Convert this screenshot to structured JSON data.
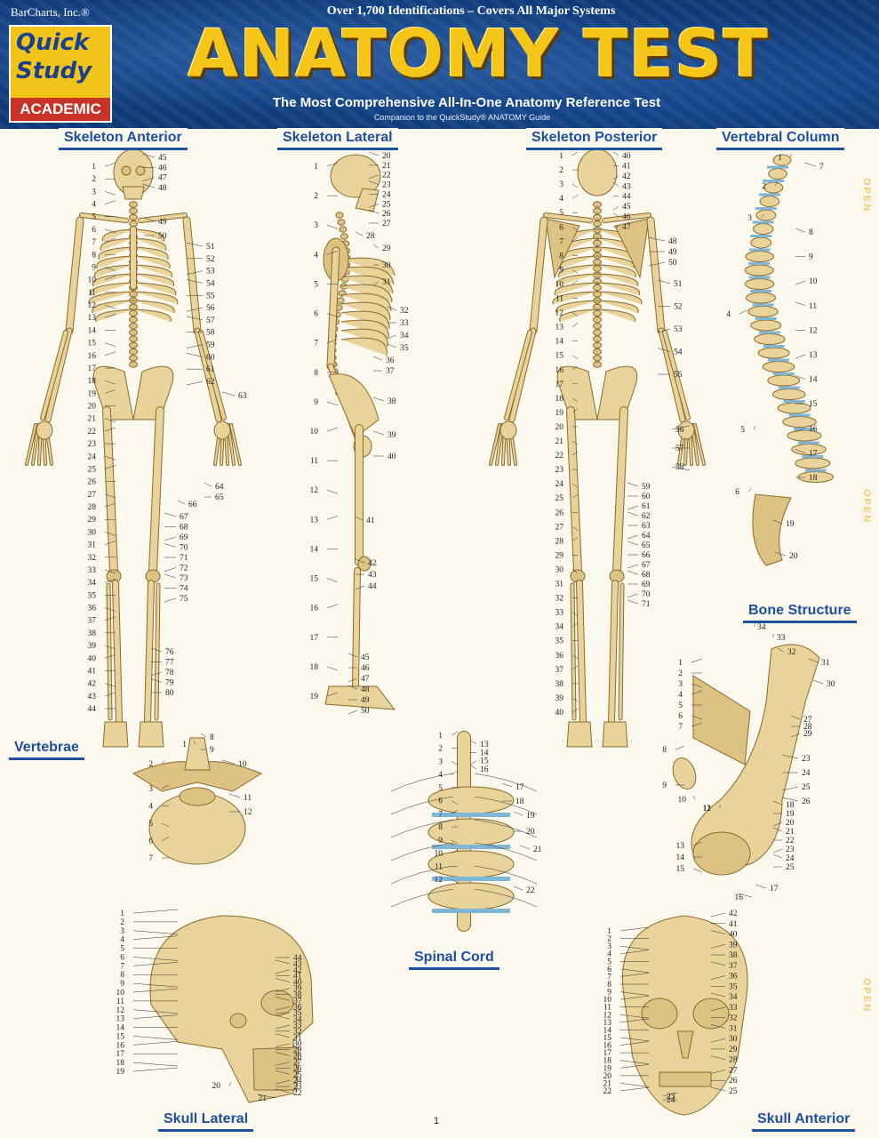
{
  "header": {
    "publisher": "BarCharts, Inc.®",
    "tagline": "Over 1,700 Identifications – Covers All Major Systems",
    "logo": {
      "line1": "Quick",
      "line2": "Study",
      "line3": "ACADEMIC"
    },
    "title": "ANATOMY TEST",
    "subtitle": "The Most Comprehensive All-In-One Anatomy Reference Test",
    "companion": "Companion to the QuickStudy® ANATOMY Guide"
  },
  "sections": {
    "skeleton_anterior": "Skeleton Anterior",
    "skeleton_lateral": "Skeleton Lateral",
    "skeleton_posterior": "Skeleton Posterior",
    "vertebral_column": "Vertebral Column",
    "bone_structure": "Bone Structure",
    "vertebrae": "Vertebrae",
    "spinal_cord": "Spinal Cord",
    "skull_lateral": "Skull Lateral",
    "skull_anterior": "Skull Anterior"
  },
  "side_tabs": [
    "OPEN",
    "OPEN",
    "OPEN"
  ],
  "page_number": "1",
  "label_counts": {
    "skeleton_anterior": 80,
    "skeleton_lateral": 50,
    "skeleton_posterior": 71,
    "vertebral_column": 20,
    "bone_structure": 34,
    "vertebrae": 12,
    "spinal_cord": 22,
    "skull_lateral": 44,
    "skull_anterior": 42
  }
}
